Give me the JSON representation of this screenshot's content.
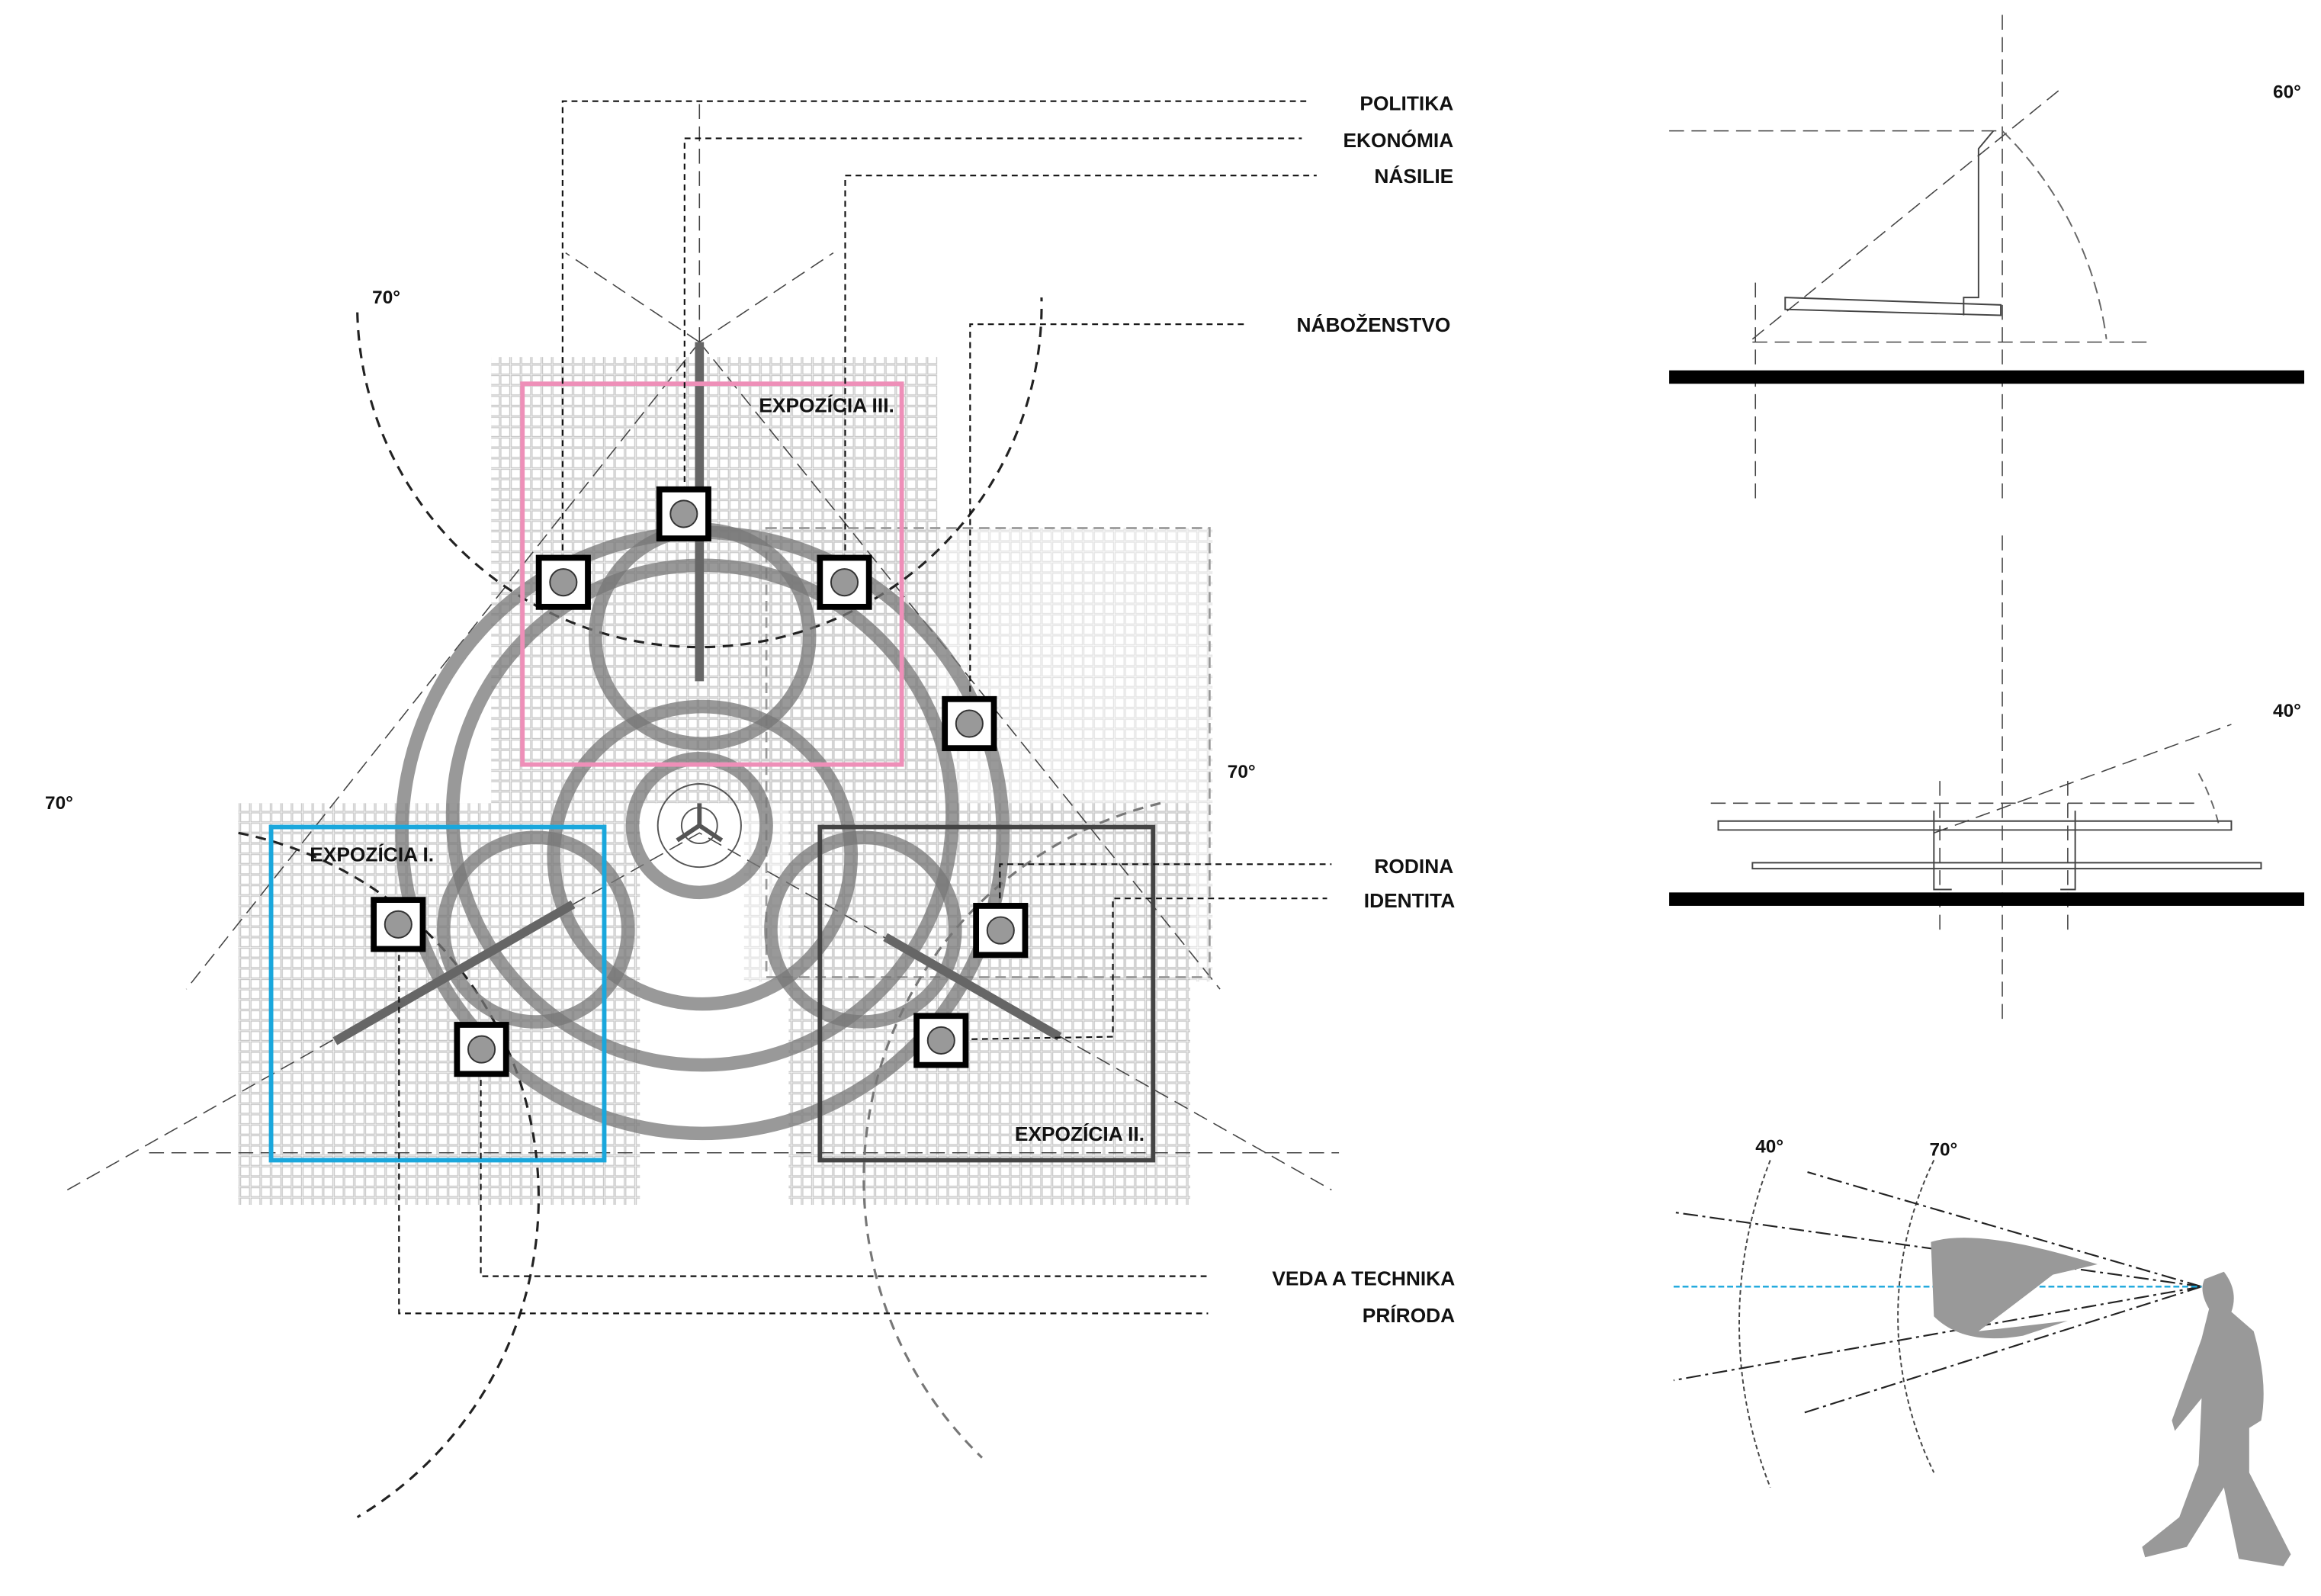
{
  "labels": {
    "politika": "POLITIKA",
    "ekonomia": "EKONÓMIA",
    "nasilie": "NÁSILIE",
    "nabozenstvo": "NÁBOŽENSTVO",
    "rodina": "RODINA",
    "identita": "IDENTITA",
    "veda": "VEDA A TECHNIKA",
    "priroda": "PRÍRODA"
  },
  "expositions": {
    "one": "EXPOZÍCIA I.",
    "two": "EXPOZÍCIA II.",
    "three": "EXPOZÍCIA III."
  },
  "angles": {
    "plan_top": "70°",
    "plan_left": "70°",
    "plan_right": "70°",
    "section_top": "60°",
    "section_mid": "40°",
    "view_inner": "40°",
    "view_outer": "70°"
  },
  "colors": {
    "expo1": "#1aa7dc",
    "expo2": "#444444",
    "expo3": "#ee8fb8",
    "sightline": "#1aa7dc"
  }
}
